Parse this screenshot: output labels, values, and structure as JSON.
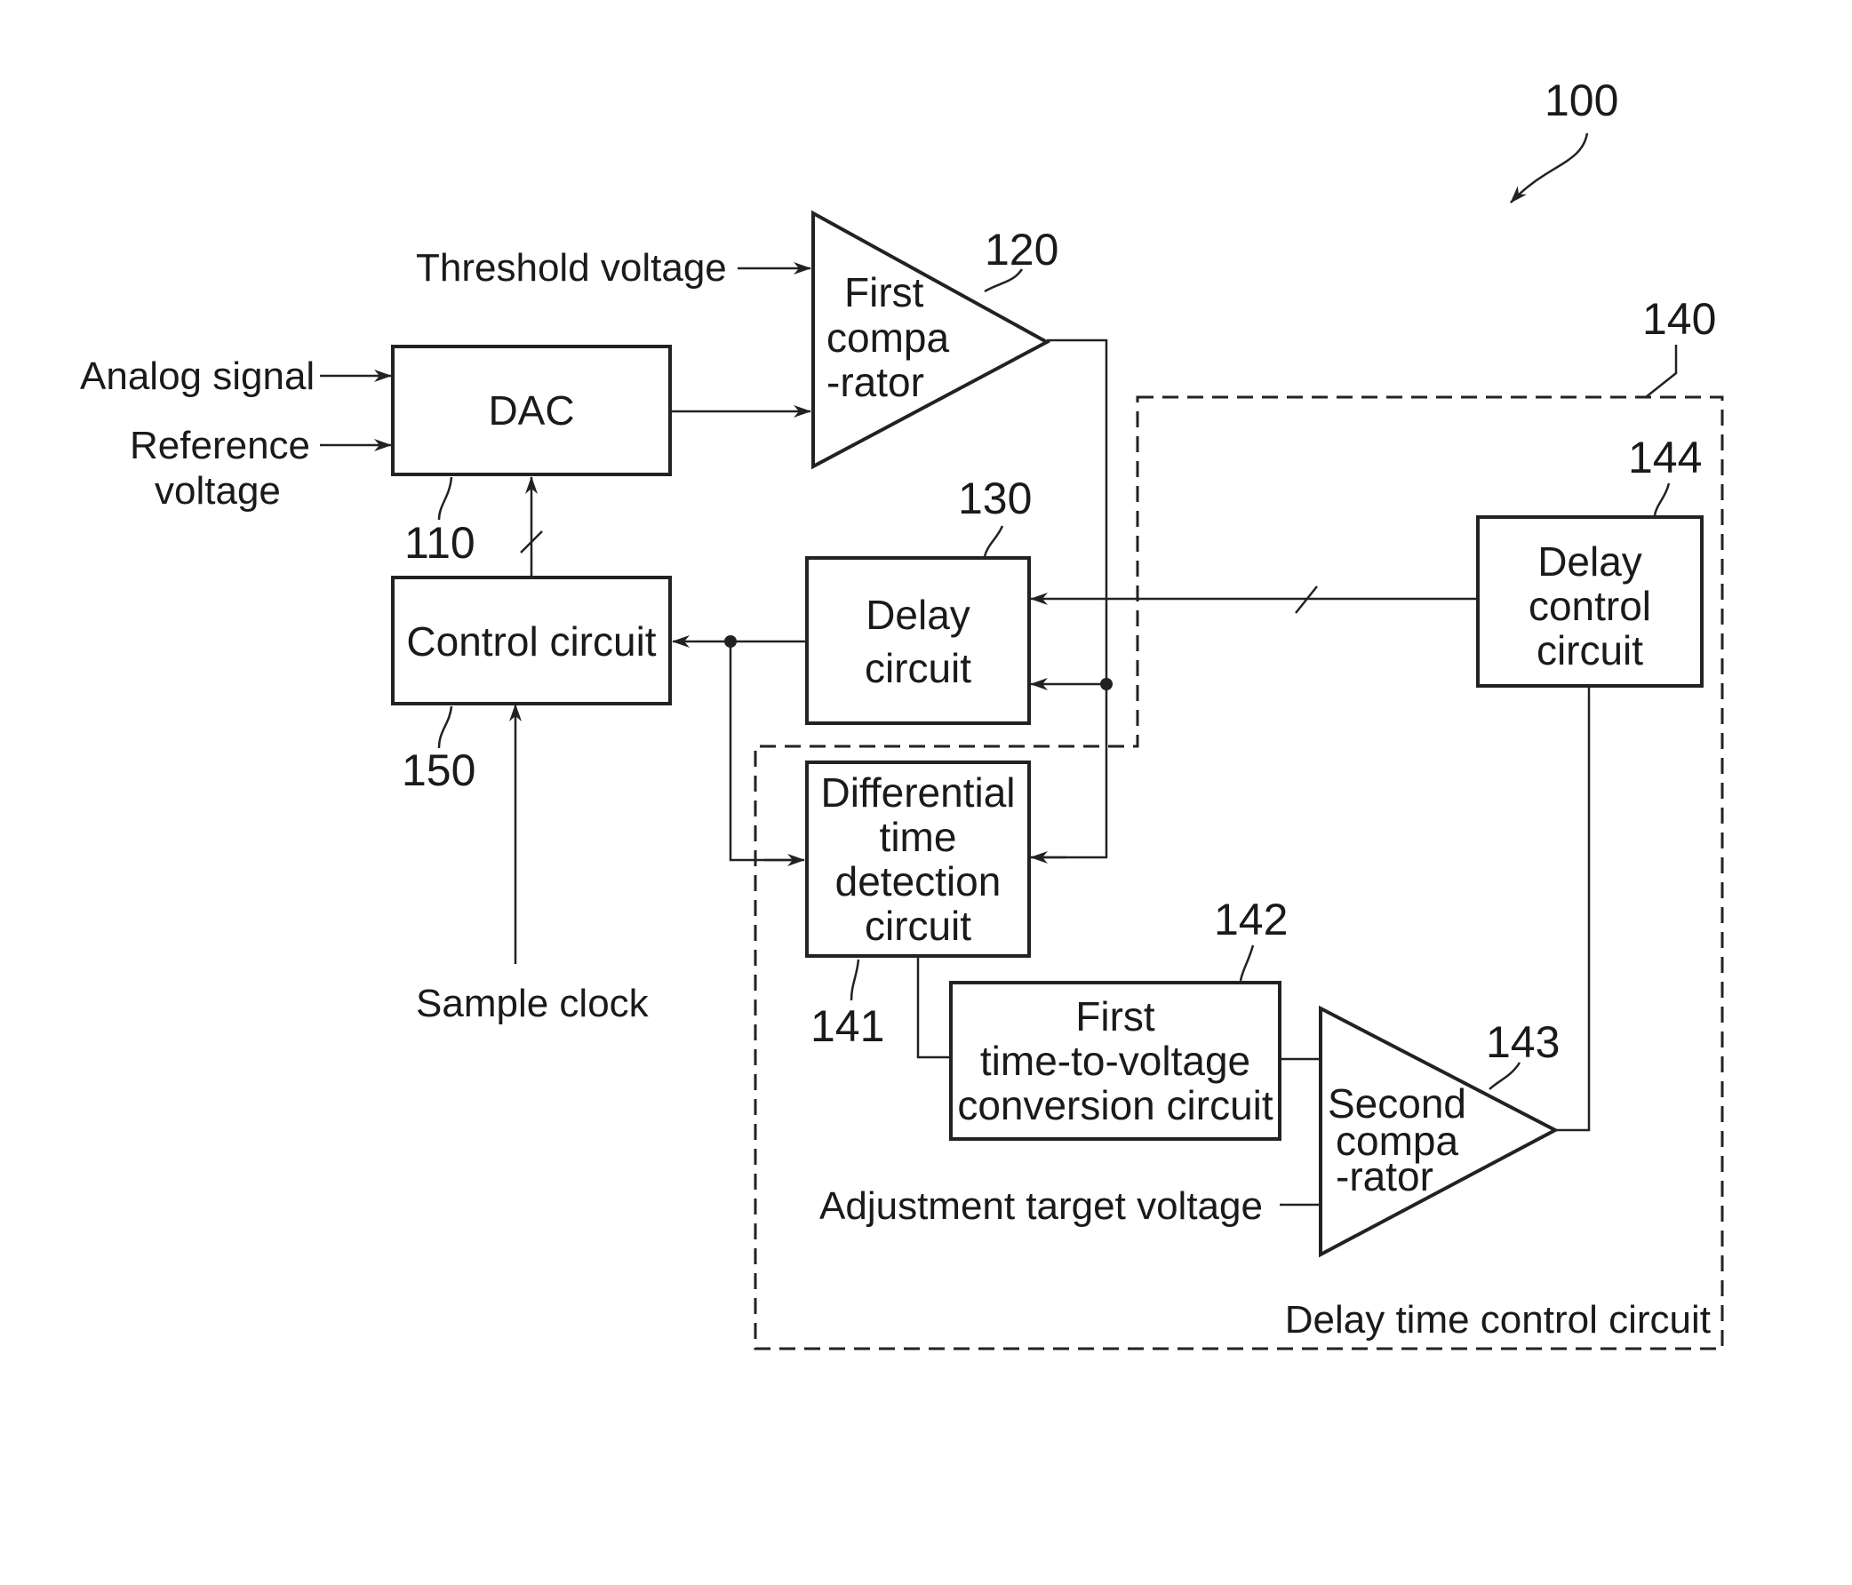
{
  "figure": {
    "ref": "100",
    "inputs": {
      "analog_signal": "Analog signal",
      "reference_voltage_line1": "Reference",
      "reference_voltage_line2": "voltage",
      "threshold_voltage": "Threshold voltage",
      "sample_clock": "Sample clock",
      "adjustment_target_voltage": "Adjustment target voltage"
    },
    "blocks": {
      "dac": {
        "label": "DAC",
        "ref": "110"
      },
      "control": {
        "label": "Control circuit",
        "ref": "150"
      },
      "first_comparator": {
        "line1": "First",
        "line2": "compa",
        "line3": "-rator",
        "ref": "120"
      },
      "delay_circuit": {
        "line1": "Delay",
        "line2": "circuit",
        "ref": "130"
      },
      "diff_time": {
        "line1": "Differential",
        "line2": "time",
        "line3": "detection",
        "line4": "circuit",
        "ref": "141"
      },
      "tvc": {
        "line1": "First",
        "line2": "time-to-voltage",
        "line3": "conversion circuit",
        "ref": "142"
      },
      "second_comparator": {
        "line1": "Second",
        "line2": "compa",
        "line3": "-rator",
        "ref": "143"
      },
      "delay_control": {
        "line1": "Delay",
        "line2": "control",
        "line3": "circuit",
        "ref": "144"
      }
    },
    "delay_time_control": {
      "label": "Delay time control circuit",
      "ref": "140"
    }
  }
}
